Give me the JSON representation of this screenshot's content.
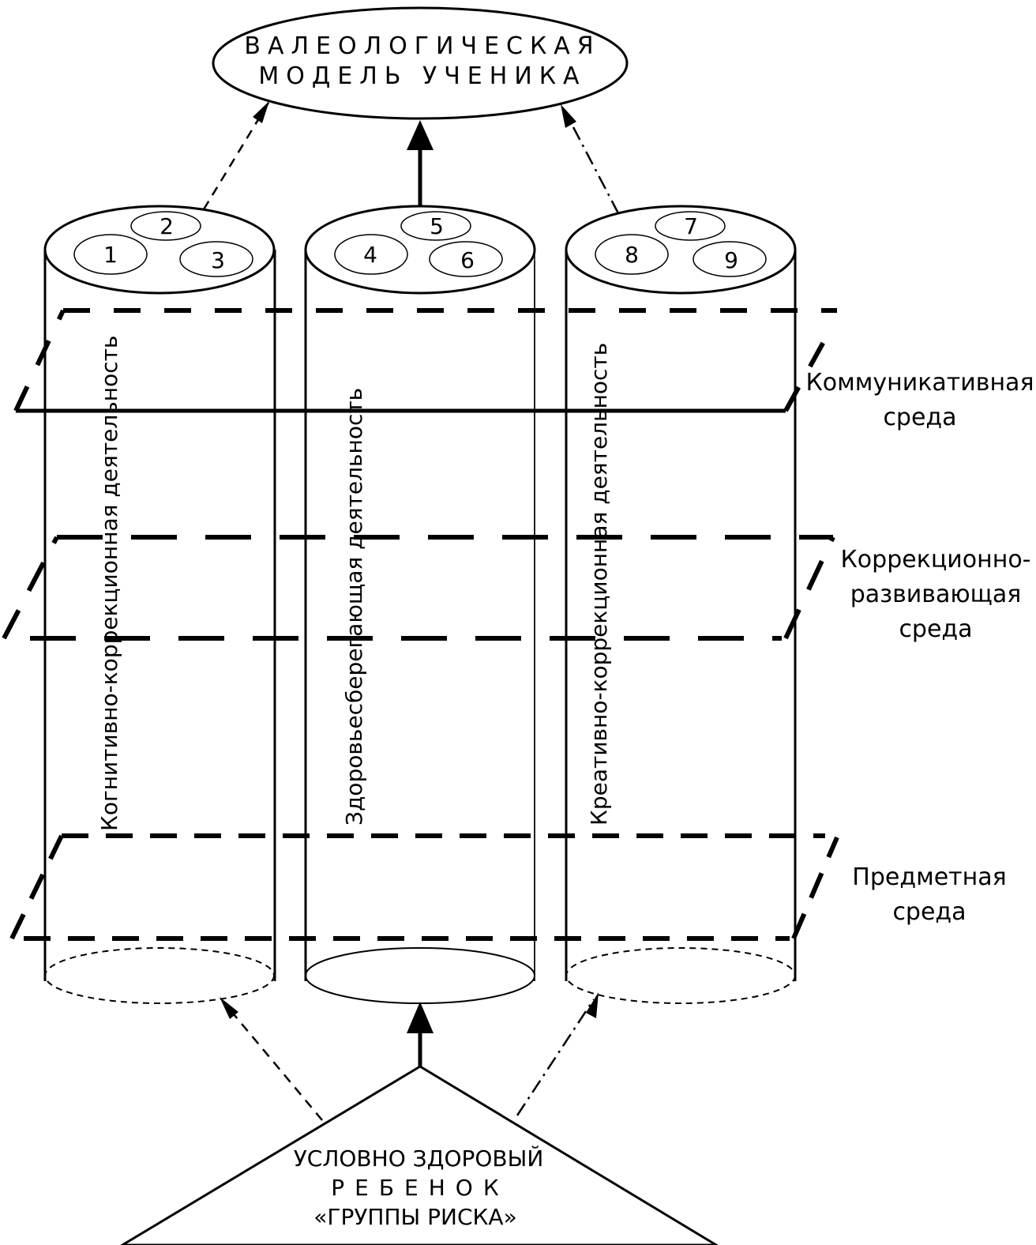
{
  "goal": {
    "line1": "ВАЛЕОЛОГИЧЕСКАЯ",
    "line2": "МОДЕЛЬ УЧЕНИКА"
  },
  "columns": [
    {
      "label": "Когнитивно-коррекционная деятельность",
      "numbers": [
        "1",
        "2",
        "3"
      ]
    },
    {
      "label": "Здоровьесберегающая деятельность",
      "numbers": [
        "4",
        "5",
        "6"
      ]
    },
    {
      "label": "Креативно-коррекционная деятельность",
      "numbers": [
        "7",
        "8",
        "9"
      ]
    }
  ],
  "environments": [
    {
      "lines": [
        "Коммуникативная",
        "среда"
      ]
    },
    {
      "lines": [
        "Коррекционно-",
        "развивающая",
        "среда"
      ]
    },
    {
      "lines": [
        "Предметная",
        "среда"
      ]
    }
  ],
  "child": {
    "line1": "УСЛОВНО ЗДОРОВЫЙ",
    "line2": "РЕБЕНОК",
    "line3": "«ГРУППЫ РИСКА»"
  }
}
